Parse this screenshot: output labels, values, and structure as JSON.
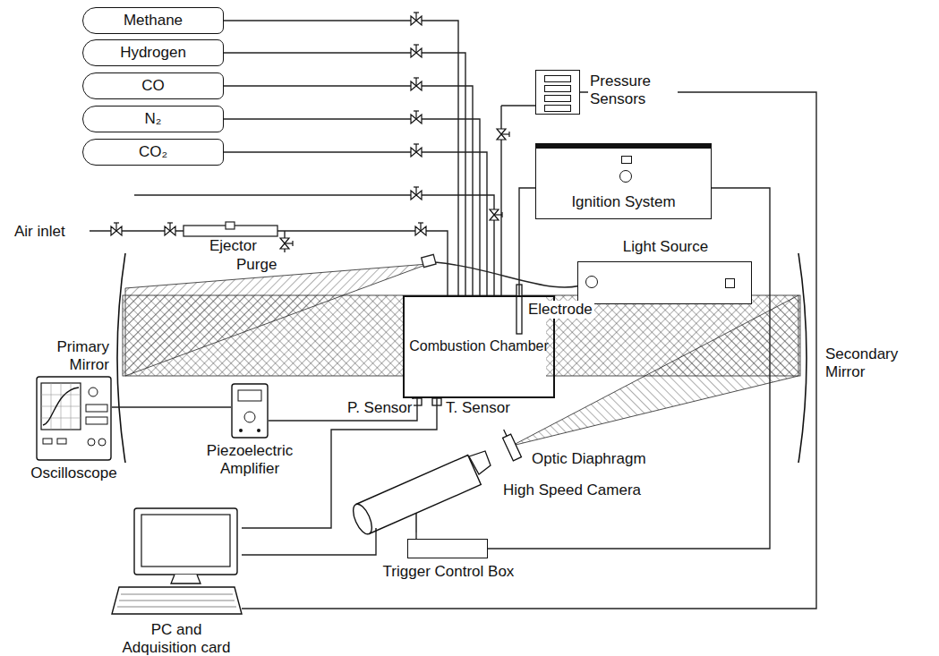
{
  "diagram": {
    "nodes": [
      {
        "text": [
          "Methane"
        ]
      },
      {
        "text": [
          "Hydrogen"
        ]
      },
      {
        "text": [
          "CO"
        ]
      },
      {
        "text": [
          "N₂"
        ]
      },
      {
        "text": [
          "CO₂"
        ]
      },
      {
        "text": [
          "Pressure Sensors"
        ]
      },
      {
        "text": [
          "Ignition System"
        ]
      },
      {
        "text": [
          "Light Source"
        ]
      },
      {
        "text": [
          "Combustion Chamber"
        ]
      },
      {
        "text": [
          "Oscilloscope"
        ]
      },
      {
        "text": [
          "Piezoelectric Amplifier"
        ]
      },
      {
        "text": [
          "High Speed Camera"
        ]
      },
      {
        "text": [
          "Trigger Control Box"
        ]
      },
      {
        "text": [
          "PC and Adquisition card"
        ]
      }
    ],
    "edges": [
      {
        "from": 0,
        "to": 8,
        "arrow": "none"
      },
      {
        "from": 1,
        "to": 8,
        "arrow": "none"
      },
      {
        "from": 2,
        "to": 8,
        "arrow": "none"
      },
      {
        "from": 3,
        "to": 8,
        "arrow": "none"
      },
      {
        "from": 4,
        "to": 8,
        "arrow": "none"
      },
      {
        "from": 5,
        "to": 13,
        "arrow": "none"
      },
      {
        "from": 6,
        "to": 8,
        "arrow": "none"
      },
      {
        "from": 12,
        "to": 6,
        "arrow": "none"
      },
      {
        "from": 9,
        "to": 10,
        "arrow": "none"
      },
      {
        "from": 10,
        "to": 8,
        "arrow": "none"
      },
      {
        "from": 13,
        "to": 8,
        "arrow": "none"
      },
      {
        "from": 13,
        "to": 11,
        "arrow": "none"
      },
      {
        "from": 11,
        "to": 12,
        "arrow": "none"
      }
    ],
    "labels": [
      "Air inlet",
      "Ejector",
      "Purge",
      "Electrode",
      "Primary Mirror",
      "Secondary Mirror",
      "P. Sensor",
      "T. Sensor",
      "Optic Diaphragm"
    ]
  }
}
